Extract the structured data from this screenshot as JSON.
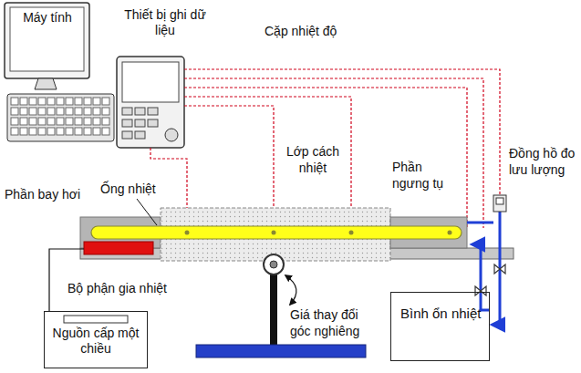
{
  "diagram": {
    "nodes": [
      {
        "text": [
          "Máy tính"
        ]
      },
      {
        "text": [
          "Thiết bị ghi dữ liệu"
        ]
      },
      {
        "text": [
          "Nguồn cấp một chiều"
        ]
      },
      {
        "text": [
          "Bình ổn nhiệt"
        ]
      }
    ],
    "labels": [
      "Cặp nhiệt độ",
      "Ống nhiệt",
      "Lớp cách nhiệt",
      "Phần bay hơi",
      "Phần ngưng tụ",
      "Đồng hồ đo lưu lượng",
      "Bộ phận gia nhiệt",
      "Giá thay đổi góc nghiêng"
    ]
  }
}
